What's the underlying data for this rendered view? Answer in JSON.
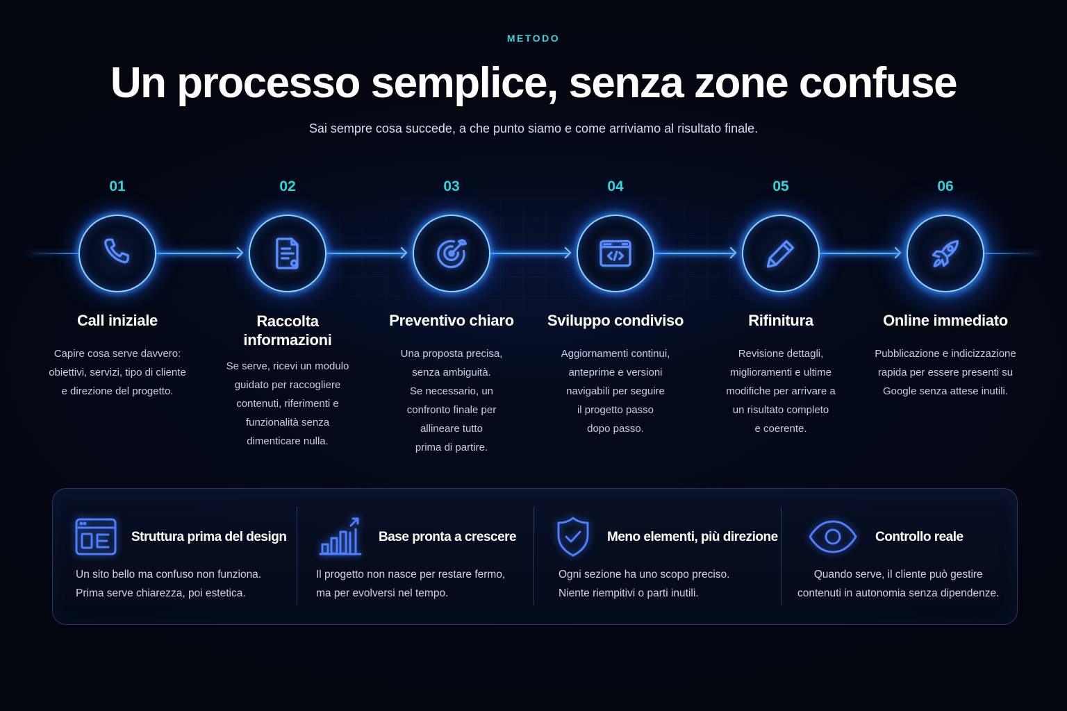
{
  "header": {
    "eyebrow": "METODO",
    "title": "Un processo semplice, senza zone confuse",
    "subtitle": "Sai sempre cosa succede, a che punto siamo e come arriviamo al risultato finale."
  },
  "colors": {
    "background": "#03060f",
    "accent_cyan": "#2fd4e0",
    "glow_blue": "#4fb6ff",
    "icon_blue": "#4f7dff",
    "text_primary": "#ffffff",
    "text_secondary": "#c9cfe0"
  },
  "steps": [
    {
      "number": "01",
      "icon": "phone-icon",
      "title": [
        "Call iniziale"
      ],
      "body": [
        "Capire cosa serve davvero:",
        "obiettivi, servizi, tipo di cliente",
        "e direzione del progetto."
      ]
    },
    {
      "number": "02",
      "icon": "document-icon",
      "title": [
        "Raccolta",
        "informazioni"
      ],
      "body": [
        "Se serve, ricevi un modulo",
        "guidato per raccogliere",
        "contenuti, riferimenti e",
        "funzionalità senza",
        "dimenticare nulla."
      ]
    },
    {
      "number": "03",
      "icon": "target-icon",
      "title": [
        "Preventivo chiaro"
      ],
      "body": [
        "Una proposta precisa,",
        "senza ambiguità.",
        "Se necessario, un",
        "confronto finale per",
        "allineare tutto",
        "prima di partire."
      ]
    },
    {
      "number": "04",
      "icon": "code-window-icon",
      "title": [
        "Sviluppo condiviso"
      ],
      "body": [
        "Aggiornamenti continui,",
        "anteprime e versioni",
        "navigabili per seguire",
        "il progetto passo",
        "dopo passo."
      ]
    },
    {
      "number": "05",
      "icon": "pencil-icon",
      "title": [
        "Rifinitura"
      ],
      "body": [
        "Revisione dettagli,",
        "miglioramenti e ultime",
        "modifiche per arrivare a",
        "un risultato completo",
        "e coerente."
      ]
    },
    {
      "number": "06",
      "icon": "rocket-icon",
      "title": [
        "Online immediato"
      ],
      "body": [
        "Pubblicazione e indicizzazione",
        "rapida per essere presenti su",
        "Google senza attese inutili."
      ]
    }
  ],
  "features": [
    {
      "icon": "layout-window-icon",
      "title": "Struttura prima del design",
      "body": [
        "Un sito bello ma confuso non funziona.",
        "Prima serve chiarezza, poi estetica."
      ]
    },
    {
      "icon": "growth-chart-icon",
      "title": "Base pronta a crescere",
      "body": [
        "Il progetto non nasce per restare fermo,",
        "ma per evolversi nel tempo."
      ]
    },
    {
      "icon": "shield-check-icon",
      "title": "Meno elementi, più direzione",
      "body": [
        "Ogni sezione ha uno scopo preciso.",
        "Niente riempitivi o parti inutili."
      ]
    },
    {
      "icon": "eye-icon",
      "title": "Controllo reale",
      "body": [
        "Quando serve, il cliente può gestire",
        "contenuti in autonomia senza dipendenze."
      ]
    }
  ]
}
